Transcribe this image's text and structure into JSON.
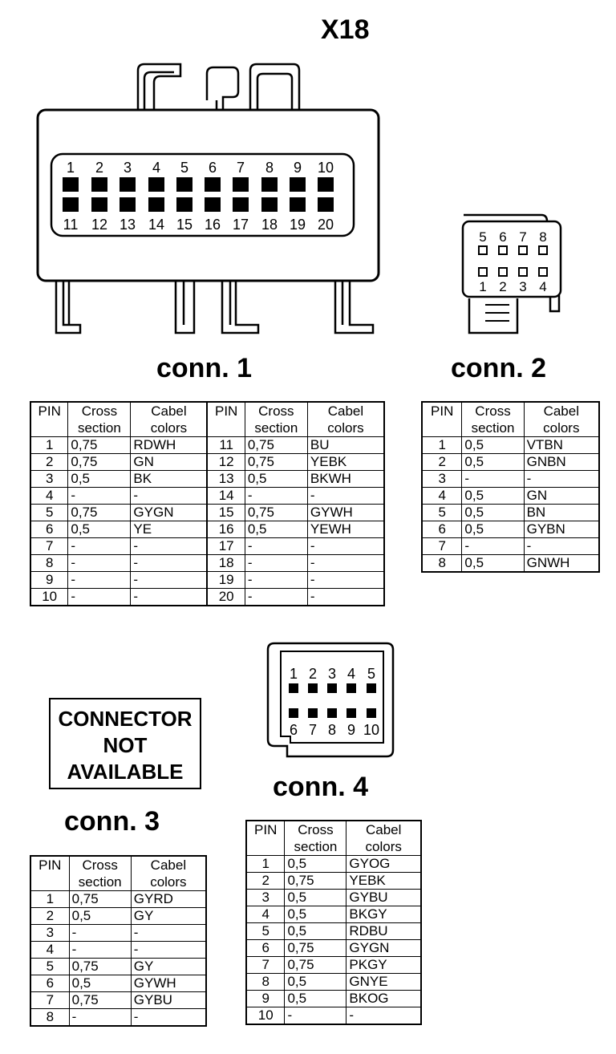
{
  "title": "X18",
  "headers": {
    "pin": "PIN",
    "cross": [
      "Cross",
      "section"
    ],
    "colors": [
      "Cabel",
      "colors"
    ]
  },
  "conn1": {
    "label": "conn. 1",
    "pins_top": [
      "1",
      "2",
      "3",
      "4",
      "5",
      "6",
      "7",
      "8",
      "9",
      "10"
    ],
    "pins_bottom": [
      "11",
      "12",
      "13",
      "14",
      "15",
      "16",
      "17",
      "18",
      "19",
      "20"
    ],
    "rows": [
      {
        "pin": "1",
        "cross": "0,75",
        "color": "RDWH",
        "pin2": "11",
        "cross2": "0,75",
        "color2": "BU"
      },
      {
        "pin": "2",
        "cross": "0,75",
        "color": "GN",
        "pin2": "12",
        "cross2": "0,75",
        "color2": "YEBK"
      },
      {
        "pin": "3",
        "cross": "0,5",
        "color": "BK",
        "pin2": "13",
        "cross2": "0,5",
        "color2": "BKWH"
      },
      {
        "pin": "4",
        "cross": "-",
        "color": "-",
        "pin2": "14",
        "cross2": "-",
        "color2": "-"
      },
      {
        "pin": "5",
        "cross": "0,75",
        "color": "GYGN",
        "pin2": "15",
        "cross2": "0,75",
        "color2": "GYWH"
      },
      {
        "pin": "6",
        "cross": "0,5",
        "color": "YE",
        "pin2": "16",
        "cross2": "0,5",
        "color2": "YEWH"
      },
      {
        "pin": "7",
        "cross": "-",
        "color": "-",
        "pin2": "17",
        "cross2": "-",
        "color2": "-"
      },
      {
        "pin": "8",
        "cross": "-",
        "color": "-",
        "pin2": "18",
        "cross2": "-",
        "color2": "-"
      },
      {
        "pin": "9",
        "cross": "-",
        "color": "-",
        "pin2": "19",
        "cross2": "-",
        "color2": "-"
      },
      {
        "pin": "10",
        "cross": "-",
        "color": "-",
        "pin2": "20",
        "cross2": "-",
        "color2": "-"
      }
    ]
  },
  "conn2": {
    "label": "conn. 2",
    "pins_top": [
      "5",
      "6",
      "7",
      "8"
    ],
    "pins_bottom": [
      "1",
      "2",
      "3",
      "4"
    ],
    "rows": [
      {
        "pin": "1",
        "cross": "0,5",
        "color": "VTBN"
      },
      {
        "pin": "2",
        "cross": "0,5",
        "color": "GNBN"
      },
      {
        "pin": "3",
        "cross": "-",
        "color": "-"
      },
      {
        "pin": "4",
        "cross": "0,5",
        "color": "GN"
      },
      {
        "pin": "5",
        "cross": "0,5",
        "color": "BN"
      },
      {
        "pin": "6",
        "cross": "0,5",
        "color": "GYBN"
      },
      {
        "pin": "7",
        "cross": "-",
        "color": "-"
      },
      {
        "pin": "8",
        "cross": "0,5",
        "color": "GNWH"
      }
    ]
  },
  "conn3": {
    "label": "conn. 3",
    "not_available": [
      "CONNECTOR",
      "NOT",
      "AVAILABLE"
    ],
    "rows": [
      {
        "pin": "1",
        "cross": "0,75",
        "color": "GYRD"
      },
      {
        "pin": "2",
        "cross": "0,5",
        "color": "GY"
      },
      {
        "pin": "3",
        "cross": "-",
        "color": "-"
      },
      {
        "pin": "4",
        "cross": "-",
        "color": "-"
      },
      {
        "pin": "5",
        "cross": "0,75",
        "color": "GY"
      },
      {
        "pin": "6",
        "cross": "0,5",
        "color": "GYWH"
      },
      {
        "pin": "7",
        "cross": "0,75",
        "color": "GYBU"
      },
      {
        "pin": "8",
        "cross": "-",
        "color": "-"
      }
    ]
  },
  "conn4": {
    "label": "conn. 4",
    "pins_top": [
      "1",
      "2",
      "3",
      "4",
      "5"
    ],
    "pins_bottom": [
      "6",
      "7",
      "8",
      "9",
      "10"
    ],
    "rows": [
      {
        "pin": "1",
        "cross": "0,5",
        "color": "GYOG"
      },
      {
        "pin": "2",
        "cross": "0,75",
        "color": "YEBK"
      },
      {
        "pin": "3",
        "cross": "0,5",
        "color": "GYBU"
      },
      {
        "pin": "4",
        "cross": "0,5",
        "color": "BKGY"
      },
      {
        "pin": "5",
        "cross": "0,5",
        "color": "RDBU"
      },
      {
        "pin": "6",
        "cross": "0,75",
        "color": "GYGN"
      },
      {
        "pin": "7",
        "cross": "0,75",
        "color": "PKGY"
      },
      {
        "pin": "8",
        "cross": "0,5",
        "color": "GNYE"
      },
      {
        "pin": "9",
        "cross": "0,5",
        "color": "BKOG"
      },
      {
        "pin": "10",
        "cross": "-",
        "color": "-"
      }
    ]
  }
}
